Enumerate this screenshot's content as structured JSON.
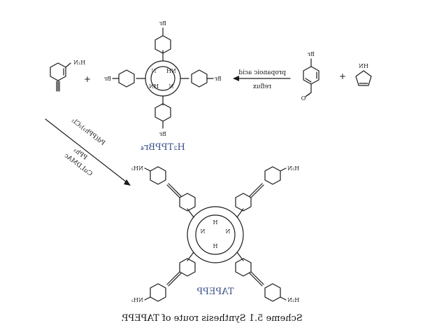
{
  "caption": "Scheme 5.1 Synthesis route of TAPEPP.",
  "plus_sign": "+",
  "atoms": {
    "br": "Br",
    "nh2_left": "NH₂",
    "nh2_right": "H₂N",
    "nh": "NH",
    "hn": "HN",
    "n": "N",
    "h": "H",
    "o": "O"
  },
  "step1": {
    "reagent_top": "propanoic acid",
    "reagent_bottom": "reflux"
  },
  "step2": {
    "line1": "Pd(PPh₃)₂Cl₂",
    "line2": "PPh₃",
    "line3": "CuI,DMAc"
  },
  "compounds": {
    "intermediate": "H₂TPPBr₄",
    "product": "TAPEPP"
  },
  "colors": {
    "compound_label": "#3a4f8a",
    "ink": "#1a1a1a"
  }
}
